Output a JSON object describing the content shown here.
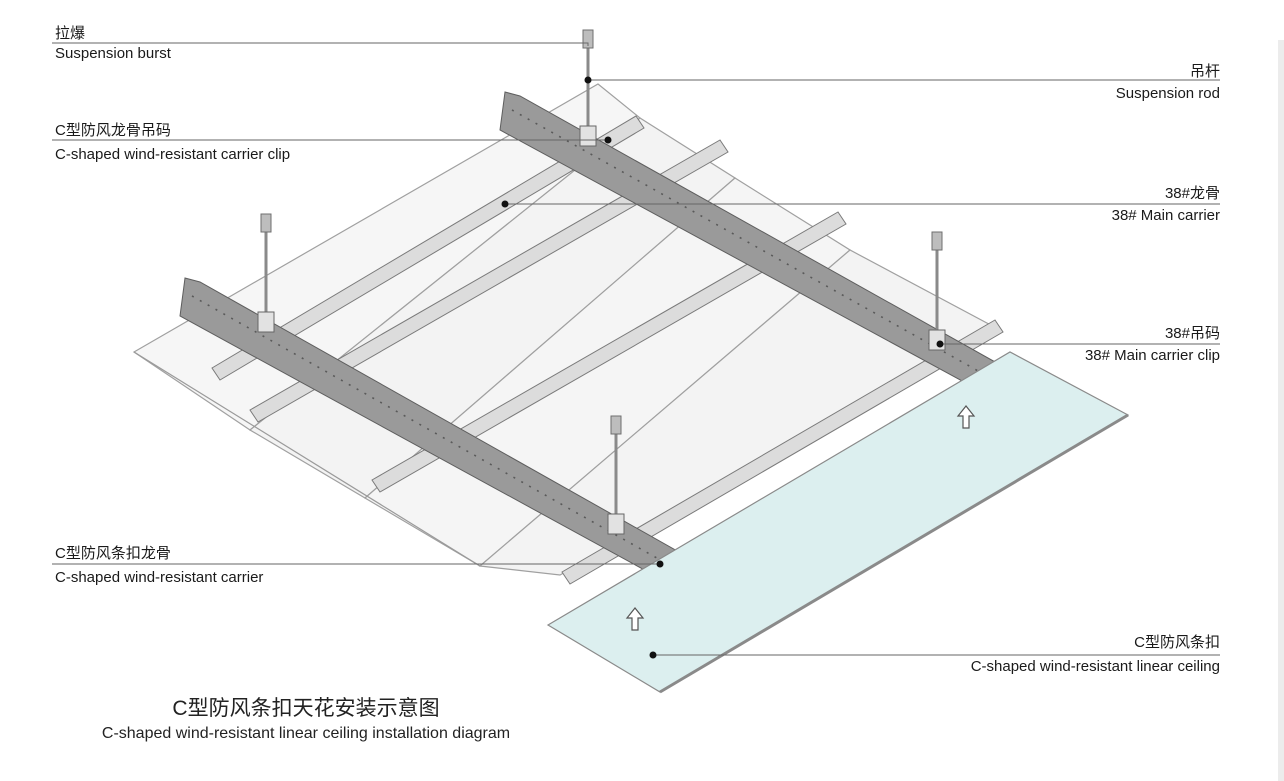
{
  "labels": {
    "suspension_burst": {
      "zh": "拉爆",
      "en": "Suspension burst"
    },
    "suspension_rod": {
      "zh": "吊杆",
      "en": "Suspension rod"
    },
    "carrier_clip": {
      "zh": "C型防风龙骨吊码",
      "en": "C-shaped wind-resistant carrier clip"
    },
    "main_carrier": {
      "zh": "38#龙骨",
      "en": "38# Main carrier"
    },
    "main_carrier_clip": {
      "zh": "38#吊码",
      "en": "38# Main carrier clip"
    },
    "carrier": {
      "zh": "C型防风条扣龙骨",
      "en": "C-shaped wind-resistant carrier"
    },
    "linear_ceiling": {
      "zh": "C型防风条扣",
      "en": "C-shaped wind-resistant linear ceiling"
    }
  },
  "caption": {
    "zh": "C型防风条扣天花安装示意图",
    "en": "C-shaped wind-resistant linear ceiling installation diagram"
  },
  "colors": {
    "line": "#555555",
    "panel": "#f4f4f4",
    "panel_edge": "#9a9a9a",
    "carrier": "#8f8f8f",
    "carrier_dark": "#6d6d6d",
    "rail": "#d2d2d2",
    "glass": "#dbeff0",
    "rod": "#c8c8c8"
  }
}
